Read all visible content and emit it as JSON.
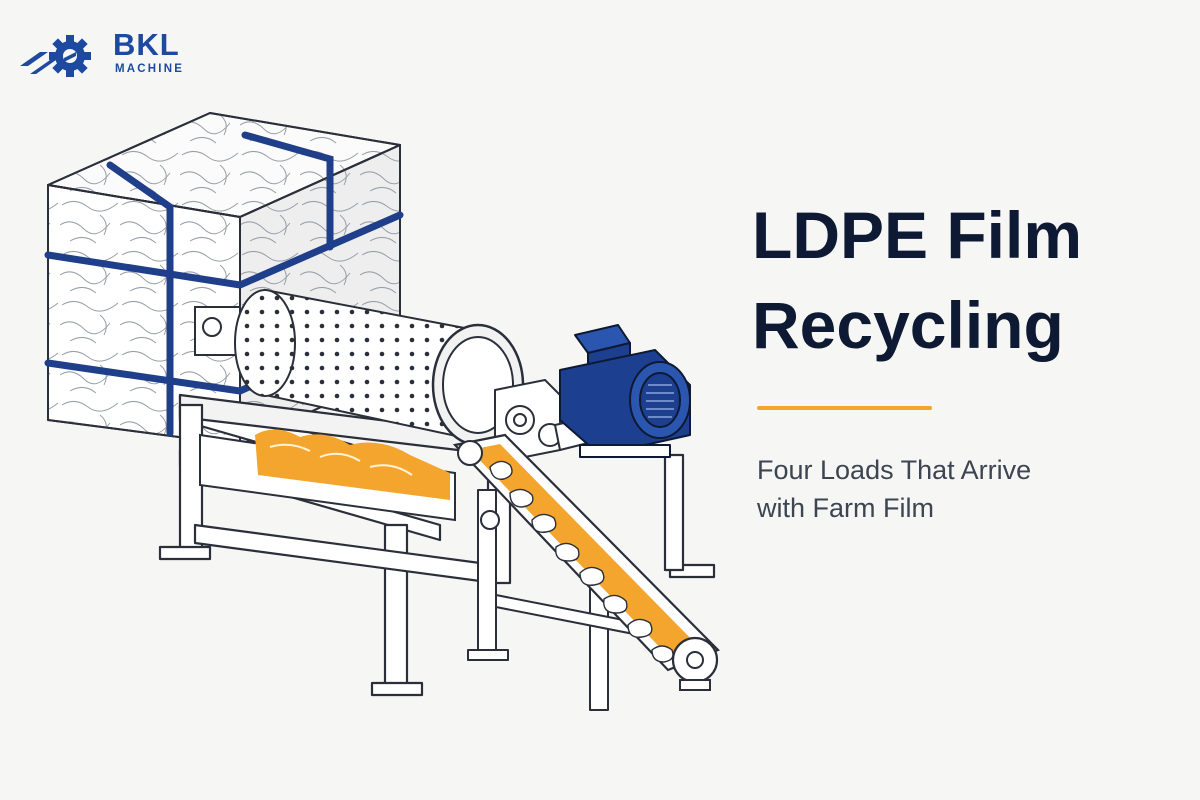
{
  "brand": {
    "name": "BKL",
    "subtitle": "MACHINE",
    "logo_icon": "gear-icon",
    "color": "#1d4aa0"
  },
  "headline": {
    "line1": "LDPE Film",
    "line2": "Recycling"
  },
  "subtitle": {
    "line1": "Four Loads That Arrive",
    "line2": "with Farm Film"
  },
  "colors": {
    "accent": "#f4a52e",
    "headline": "#0e1a33",
    "strap": "#1f3f8a",
    "motor": "#1c3f8f",
    "conveyor": "#f4a52e",
    "background": "#f6f6f5"
  },
  "illustration": {
    "subject": "film-bale-and-trommel-washer"
  }
}
